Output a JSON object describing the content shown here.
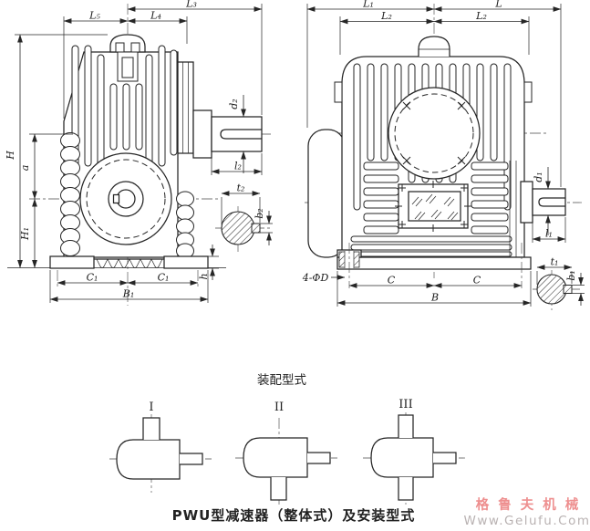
{
  "colors": {
    "line": "#262626",
    "centerline": "#4a4a4a",
    "background": "#ffffff"
  },
  "views": {
    "left": {
      "dims": {
        "L3": "L₃",
        "L5": "L₅",
        "L4": "L₄",
        "H": "H",
        "a": "a",
        "H1": "H₁",
        "d2": "d₂",
        "l2": "l₂",
        "t2": "t₂",
        "b2": "b₂",
        "C1_left": "C₁",
        "C1_right": "C₁",
        "B1": "B₁",
        "h": "h"
      }
    },
    "right": {
      "dims": {
        "L1": "L₁",
        "L": "L",
        "L2_left": "L₂",
        "L2_right": "L₂",
        "d1": "d₁",
        "l1": "l₁",
        "t1": "t₁",
        "b1": "b₁",
        "C_left": "C",
        "C_right": "C",
        "B": "B",
        "bolt_holes": "4-ΦD"
      }
    }
  },
  "assembly": {
    "heading": "装配型式",
    "types": [
      {
        "label": "I"
      },
      {
        "label": "II"
      },
      {
        "label": "III"
      }
    ]
  },
  "caption": "PWU型减速器（整体式）及安装型式",
  "watermark": {
    "brand": "格鲁夫机械",
    "site": "Www.Gelufu.Com",
    "brand_color": "#ee8f8f",
    "site_color": "#b9b2b2"
  }
}
